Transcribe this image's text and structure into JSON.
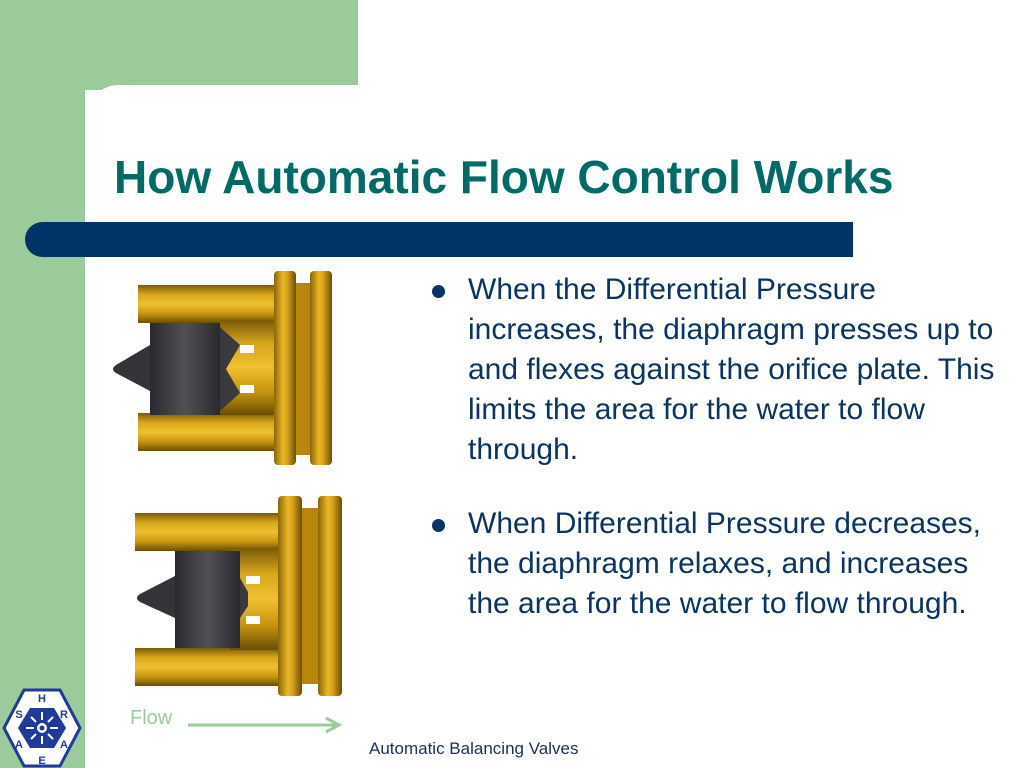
{
  "slide": {
    "title": "How Automatic Flow Control Works",
    "bullets": [
      "When the Differential Pressure increases, the diaphragm presses up to and flexes against the orifice plate.  This limits the area for the water to flow through.",
      "When Differential Pressure decreases, the diaphragm relaxes, and increases the area for the water to flow through."
    ],
    "figure": {
      "flow_label": "Flow",
      "valve_top_state": "diaphragm-flexed",
      "valve_bottom_state": "diaphragm-relaxed"
    },
    "footer": "Automatic Balancing Valves",
    "logo": {
      "letters": [
        "H",
        "R",
        "A",
        "E",
        "A",
        "S"
      ],
      "icon": "ashrae-hexagon-logo"
    }
  },
  "colors": {
    "background_accent": "#9bcb9a",
    "title": "#006a66",
    "bar": "#003366",
    "body_text": "#0a3366",
    "valve_brass": "#d4a01a",
    "diaphragm": "#3e3e42",
    "flow_arrow": "#9bcb9a"
  }
}
